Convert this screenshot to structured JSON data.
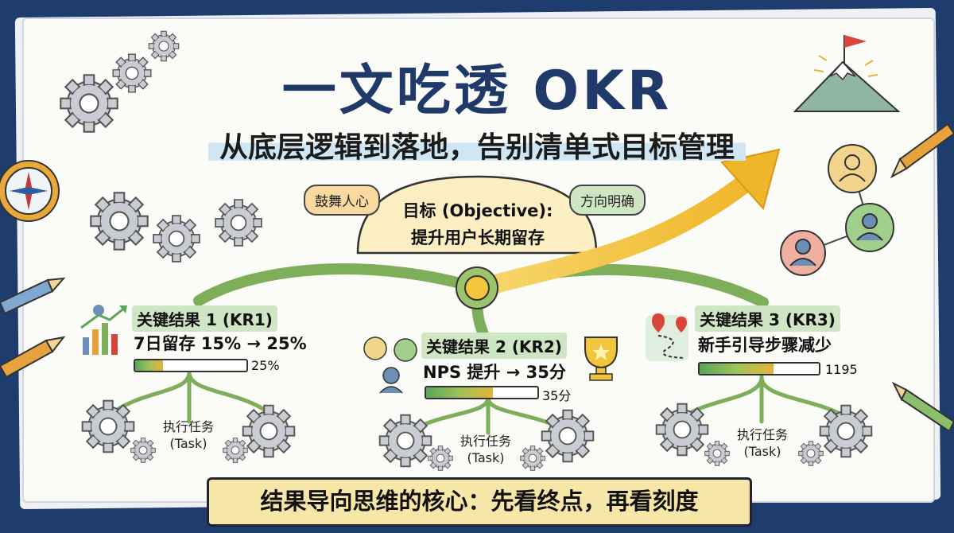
{
  "title": "一文吃透 OKR",
  "subtitle": "从底层逻辑到落地，告别清单式目标管理",
  "tags": {
    "left": "鼓舞人心",
    "right": "方向明确"
  },
  "objective": {
    "line1": "目标 (Objective):",
    "line2": "提升用户长期留存"
  },
  "key_results": [
    {
      "heading": "关键结果 1 (KR1)",
      "value": "7日留存 15% → 25%",
      "progress_label": "25%",
      "progress": 0.25
    },
    {
      "heading": "关键结果 2 (KR2)",
      "value": "NPS 提升 → 35分",
      "progress_label": "35分",
      "progress": 0.6
    },
    {
      "heading": "关键结果 3 (KR3)",
      "value": "新手引导步骤减少",
      "progress_label": "1195",
      "progress": 0.62
    }
  ],
  "task_label": {
    "line1": "执行任务",
    "line2": "(Task)"
  },
  "footer": "结果导向思维的核心：先看终点，再看刻度",
  "colors": {
    "navy": "#1f3a68",
    "background": "#1e3d6e",
    "arrow": "#f1c232",
    "branch": "#7fae5a",
    "footer_bg": "#f6e7a8"
  },
  "icons": [
    "gear-icon",
    "compass-icon",
    "pencil-icon",
    "mountain-flag-icon",
    "people-network-icon",
    "chart-icon",
    "faces-icon",
    "trophy-icon",
    "map-path-icon"
  ]
}
